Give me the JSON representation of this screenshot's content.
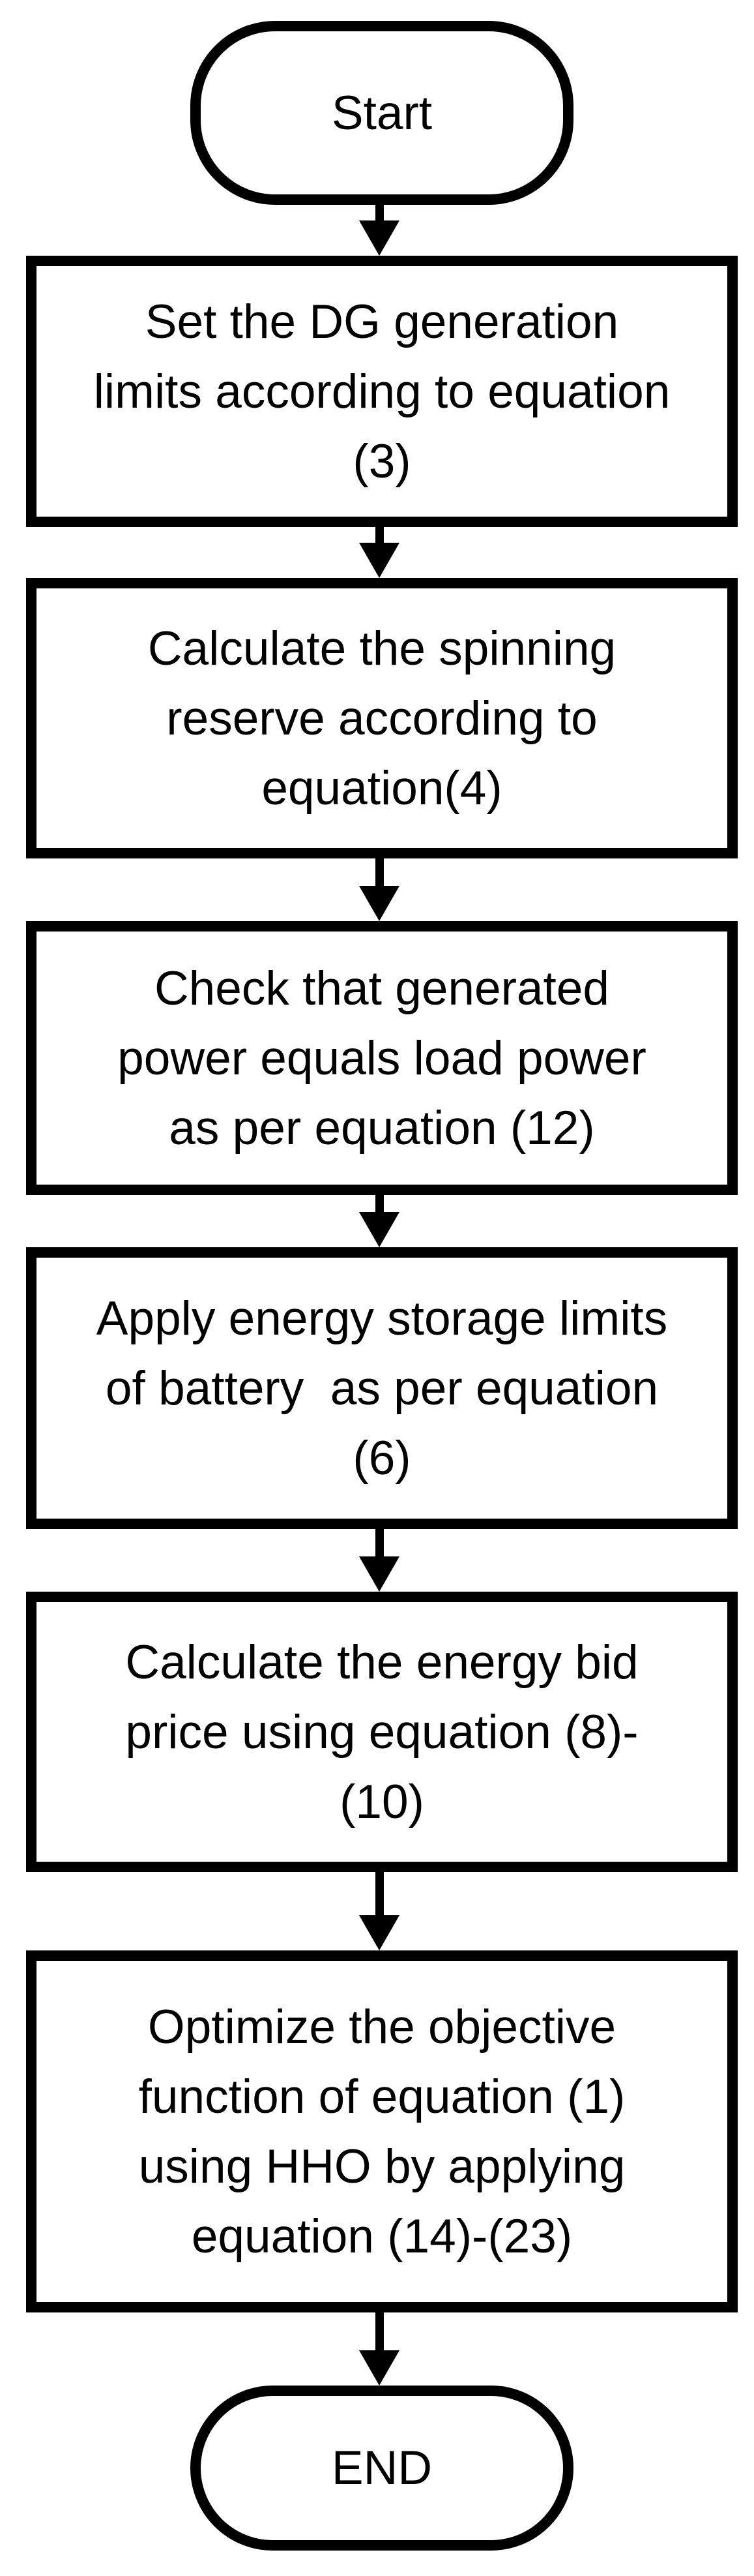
{
  "diagram": {
    "type": "flowchart",
    "background_color": "#ffffff",
    "stroke_color": "#000000",
    "nodes": [
      {
        "id": "start",
        "type": "terminator",
        "label": "Start"
      },
      {
        "id": "set-dg-limits",
        "type": "process",
        "label": "Set the DG generation\nlimits according to equation\n(3)"
      },
      {
        "id": "spinning-reserve",
        "type": "process",
        "label": "Calculate the spinning\nreserve according to\nequation(4)"
      },
      {
        "id": "power-balance",
        "type": "process",
        "label": "Check that generated\npower equals load power\nas per equation (12)"
      },
      {
        "id": "storage-limits",
        "type": "process",
        "label": "Apply energy storage limits\nof battery  as per equation\n(6)"
      },
      {
        "id": "bid-price",
        "type": "process",
        "label": "Calculate the energy bid\nprice using equation (8)-\n(10)"
      },
      {
        "id": "optimize-hho",
        "type": "process",
        "label": "Optimize the objective\nfunction of equation (1)\nusing HHO by applying\nequation (14)-(23)"
      },
      {
        "id": "end",
        "type": "terminator",
        "label": "END"
      }
    ],
    "edges": [
      {
        "from": "start",
        "to": "set-dg-limits"
      },
      {
        "from": "set-dg-limits",
        "to": "spinning-reserve"
      },
      {
        "from": "spinning-reserve",
        "to": "power-balance"
      },
      {
        "from": "power-balance",
        "to": "storage-limits"
      },
      {
        "from": "storage-limits",
        "to": "bid-price"
      },
      {
        "from": "bid-price",
        "to": "optimize-hho"
      },
      {
        "from": "optimize-hho",
        "to": "end"
      }
    ]
  }
}
